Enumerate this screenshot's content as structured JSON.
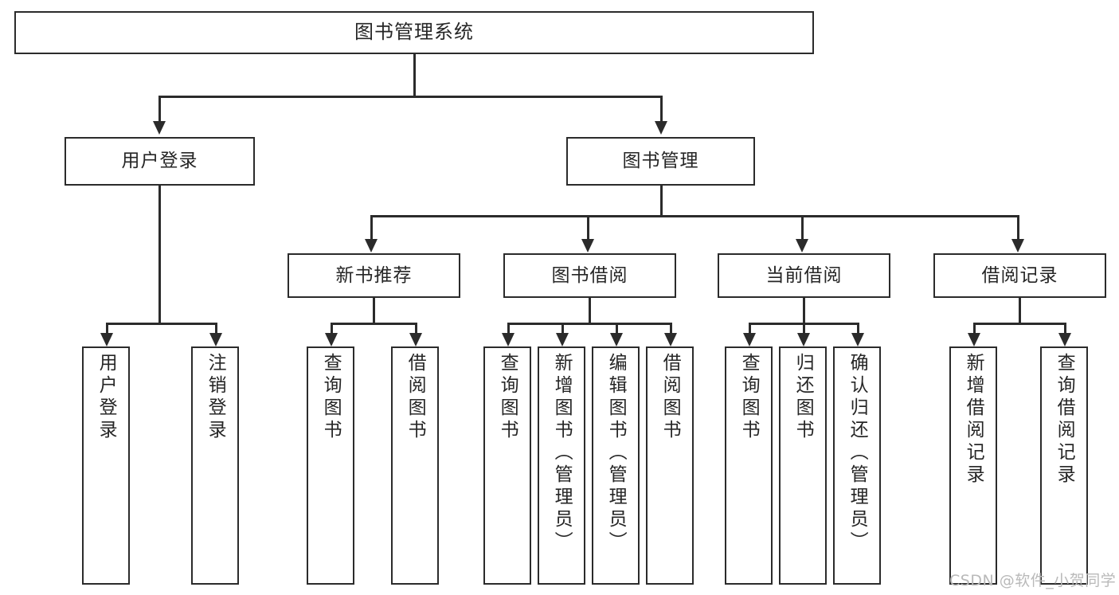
{
  "diagram": {
    "title": "图书管理系统",
    "type": "functional-structure-tree"
  },
  "nodes": {
    "root": {
      "label": "图书管理系统"
    },
    "level2": [
      {
        "id": "user-login",
        "label": "用户登录"
      },
      {
        "id": "book-management",
        "label": "图书管理"
      }
    ],
    "level3": [
      {
        "id": "new-book-recommend",
        "label": "新书推荐"
      },
      {
        "id": "book-borrow",
        "label": "图书借阅"
      },
      {
        "id": "current-borrow",
        "label": "当前借阅"
      },
      {
        "id": "borrow-record",
        "label": "借阅记录"
      }
    ],
    "leaves": {
      "user_login": [
        {
          "id": "leaf-user-login",
          "label": "用户登录"
        },
        {
          "id": "leaf-logout-login",
          "label": "注销登录"
        }
      ],
      "new_book_recommend": [
        {
          "id": "leaf-query-book-1",
          "label": "查询图书"
        },
        {
          "id": "leaf-borrow-book-1",
          "label": "借阅图书"
        }
      ],
      "book_borrow": [
        {
          "id": "leaf-query-book-2",
          "label": "查询图书"
        },
        {
          "id": "leaf-add-book-admin",
          "label": "新增图书（管理员）"
        },
        {
          "id": "leaf-edit-book-admin",
          "label": "编辑图书（管理员）"
        },
        {
          "id": "leaf-borrow-book-2",
          "label": "借阅图书"
        }
      ],
      "current_borrow": [
        {
          "id": "leaf-query-book-3",
          "label": "查询图书"
        },
        {
          "id": "leaf-return-book",
          "label": "归还图书"
        },
        {
          "id": "leaf-confirm-return-admin",
          "label": "确认归还（管理员）"
        }
      ],
      "borrow_record": [
        {
          "id": "leaf-add-borrow-record",
          "label": "新增借阅记录"
        },
        {
          "id": "leaf-query-borrow-record",
          "label": "查询借阅记录"
        }
      ]
    }
  },
  "watermark": {
    "text": "CSDN @软件_小贺同学"
  },
  "colors": {
    "stroke": "#2b2b2b",
    "fill": "#ffffff",
    "text": "#262626",
    "watermark": "#b9b9b9"
  }
}
